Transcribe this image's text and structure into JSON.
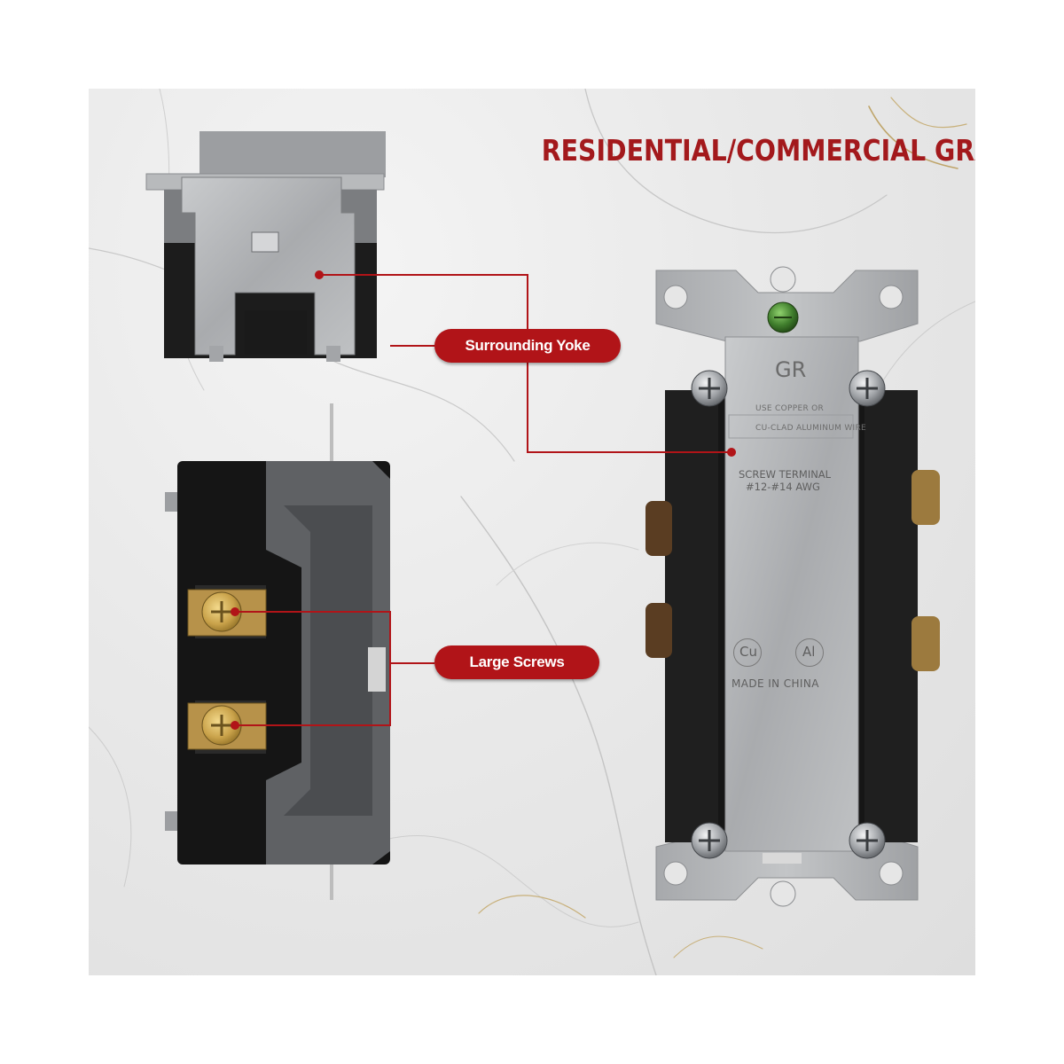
{
  "headline": "RESIDENTIAL/COMMERCIAL GRADE",
  "callouts": {
    "yoke_label": "Surrounding Yoke",
    "screws_label": "Large Screws"
  },
  "device_markings": {
    "ground_label": "GR",
    "line1": "USE COPPER OR",
    "line2": "CU-CLAD ALUMINUM WIRE",
    "awg_line1": "SCREW TERMINAL",
    "awg_line2": "#12-#14 AWG",
    "cu_mark": "Cu",
    "al_mark": "Al",
    "origin": "MADE IN CHINA"
  },
  "colors": {
    "accent_red": "#b11418",
    "headline_red": "#a3191c",
    "metal_gray": "#b4b6b8",
    "body_black": "#1a1a1a",
    "brass": "#c9a24a",
    "ground_green": "#3f7d2c"
  }
}
